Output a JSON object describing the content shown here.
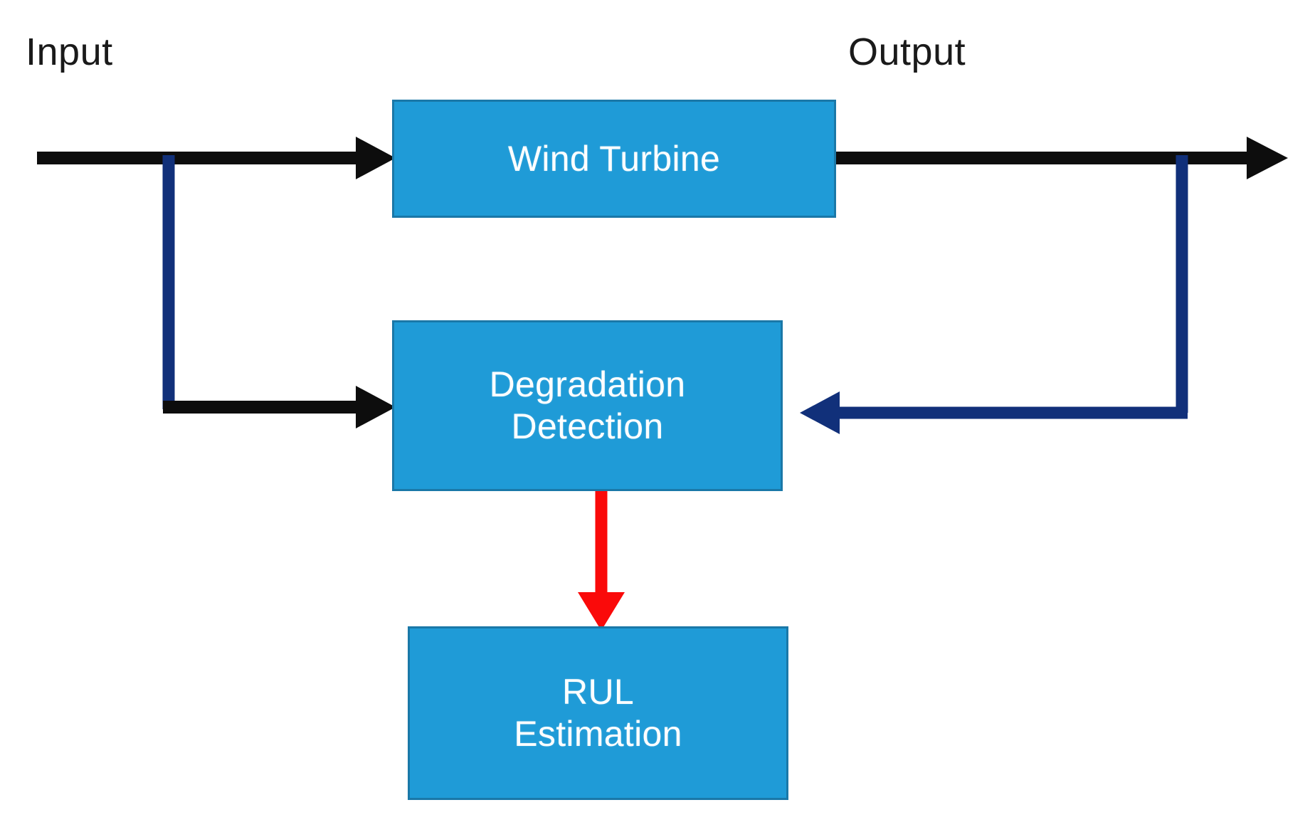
{
  "diagram": {
    "title": "Wind Turbine Degradation Detection and RUL Estimation Block Diagram",
    "background_color": "#ffffff",
    "labels": {
      "input": "Input",
      "output": "Output"
    },
    "blocks": [
      {
        "id": "wind-turbine",
        "label": "Wind Turbine",
        "fill_color": "#1f9bd7",
        "border_color": "#1a78a8",
        "text_color": "#ffffff"
      },
      {
        "id": "degradation-detection",
        "label": "Degradation\nDetection",
        "fill_color": "#1f9bd7",
        "border_color": "#1a78a8",
        "text_color": "#ffffff"
      },
      {
        "id": "rul-estimation",
        "label": "RUL\nEstimation",
        "fill_color": "#1f9bd7",
        "border_color": "#1a78a8",
        "text_color": "#ffffff"
      }
    ],
    "connectors": [
      {
        "id": "input-to-wind-turbine",
        "from": "Input",
        "to": "Wind Turbine",
        "color": "#0d0d0d",
        "style": "straight-arrow"
      },
      {
        "id": "input-branch-to-degradation-detection",
        "from": "Input",
        "to": "Degradation Detection",
        "color": "#11307a",
        "style": "elbow-arrow"
      },
      {
        "id": "wind-turbine-to-output",
        "from": "Wind Turbine",
        "to": "Output",
        "color": "#0d0d0d",
        "style": "straight-arrow"
      },
      {
        "id": "output-feedback-to-degradation-detection",
        "from": "Output",
        "to": "Degradation Detection",
        "color": "#11307a",
        "style": "elbow-arrow"
      },
      {
        "id": "degradation-detection-to-rul-estimation",
        "from": "Degradation Detection",
        "to": "RUL Estimation",
        "color": "#fa0a0a",
        "style": "straight-arrow"
      }
    ],
    "colors": {
      "block_fill": "#1f9bd7",
      "block_border": "#1a78a8",
      "signal_black": "#0d0d0d",
      "feedback_navy": "#11307a",
      "alert_red": "#fa0a0a"
    }
  }
}
